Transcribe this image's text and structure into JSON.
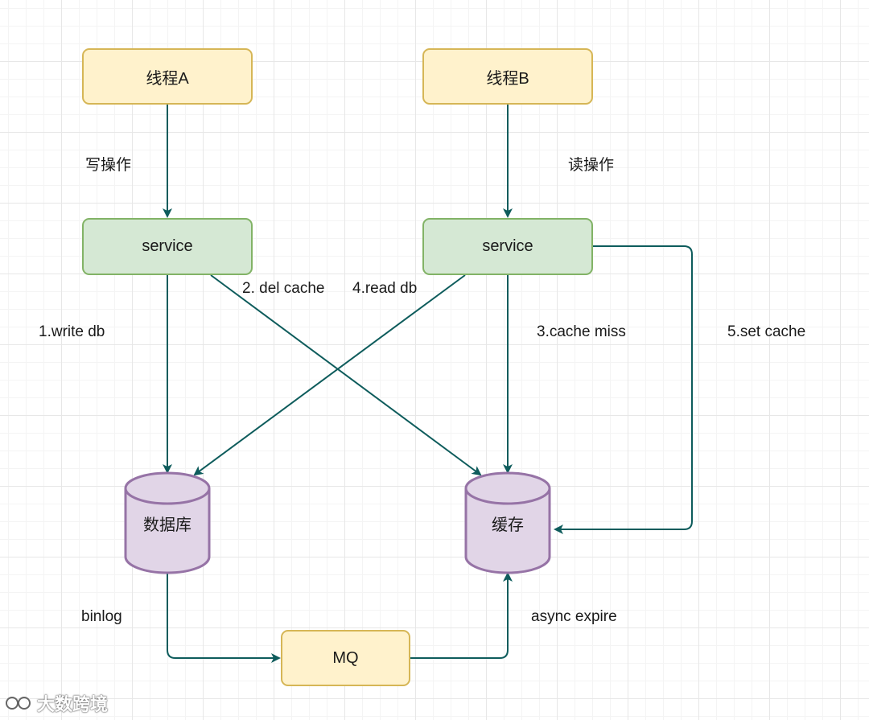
{
  "nodes": {
    "thread_a": "线程A",
    "thread_b": "线程B",
    "service_a": "service",
    "service_b": "service",
    "database": "数据库",
    "cache": "缓存",
    "mq": "MQ"
  },
  "edge_labels": {
    "write_op": "写操作",
    "read_op": "读操作",
    "write_db": "1.write db",
    "del_cache": "2. del cache",
    "read_db": "4.read db",
    "cache_miss": "3.cache miss",
    "set_cache": "5.set cache",
    "binlog": "binlog",
    "async_expire": "async expire"
  },
  "watermark": {
    "text": "大数跨境"
  },
  "colors": {
    "thread_fill": "#fff2cc",
    "thread_border": "#d6b656",
    "service_fill": "#d5e8d4",
    "service_border": "#82b366",
    "store_fill": "#e1d5e7",
    "store_border": "#9673a6",
    "edge": "#0e5c5c"
  }
}
